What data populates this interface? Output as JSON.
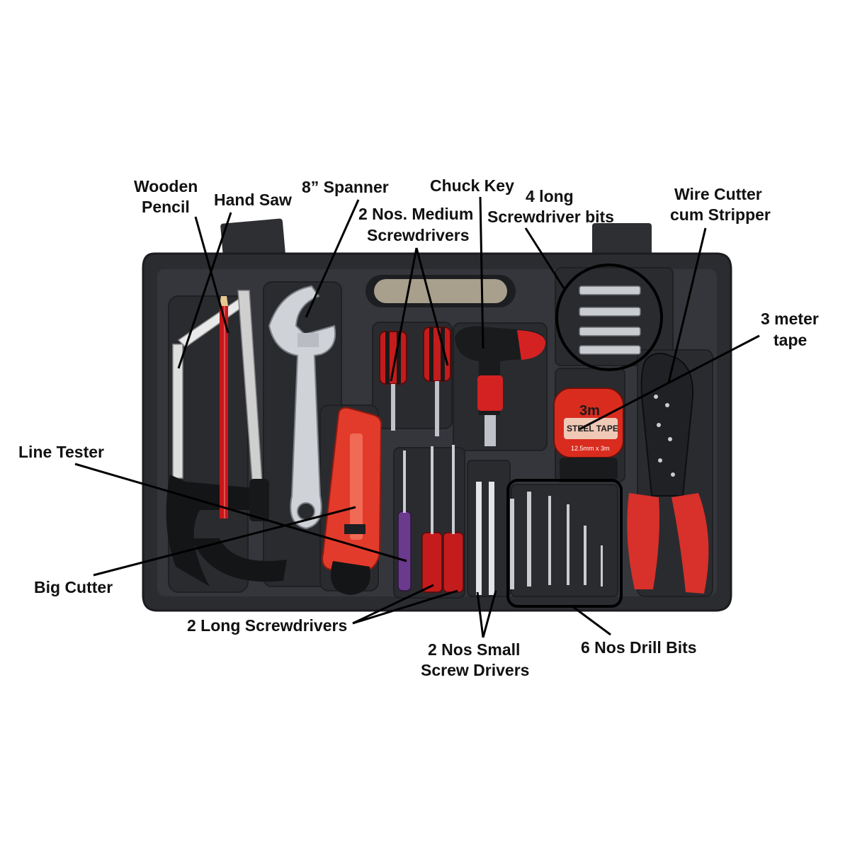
{
  "colors": {
    "case_dark": "#2b2c30",
    "case_mid": "#3a3b40",
    "tray": "#26272b",
    "accent_red": "#d9231f",
    "metal": "#c9ccd1",
    "label": "#111111",
    "callout": "#000000"
  },
  "labels": {
    "wooden": "Wooden",
    "pencil": "Pencil",
    "hand_saw": "Hand Saw",
    "spanner": "8” Spanner",
    "medium_1": "2 Nos. Medium",
    "medium_2": "Screwdrivers",
    "chuck_key": "Chuck Key",
    "bits_1": "4 long",
    "bits_2": "Screwdriver bits",
    "stripper_1": "Wire Cutter",
    "stripper_2": "cum Stripper",
    "tape_1": "3 meter",
    "tape_2": "tape",
    "line_tester": "Line Tester",
    "big_cutter": "Big Cutter",
    "long_screwdrivers": "2 Long Screwdrivers",
    "small_1": "2 Nos Small",
    "small_2": "Screw Drivers",
    "drill_bits": "6 Nos Drill Bits"
  },
  "photo_text": {
    "tape_size": "3m",
    "tape_brand": "STEEL TAPE",
    "tape_spec": "12.5mm x 3m"
  },
  "icons": [
    "saw-icon",
    "pencil-icon",
    "wrench-icon",
    "screwdriver-icon",
    "t-handle-key-icon",
    "tape-measure-icon",
    "pliers-icon",
    "cutter-knife-icon",
    "drill-bit-icon"
  ]
}
